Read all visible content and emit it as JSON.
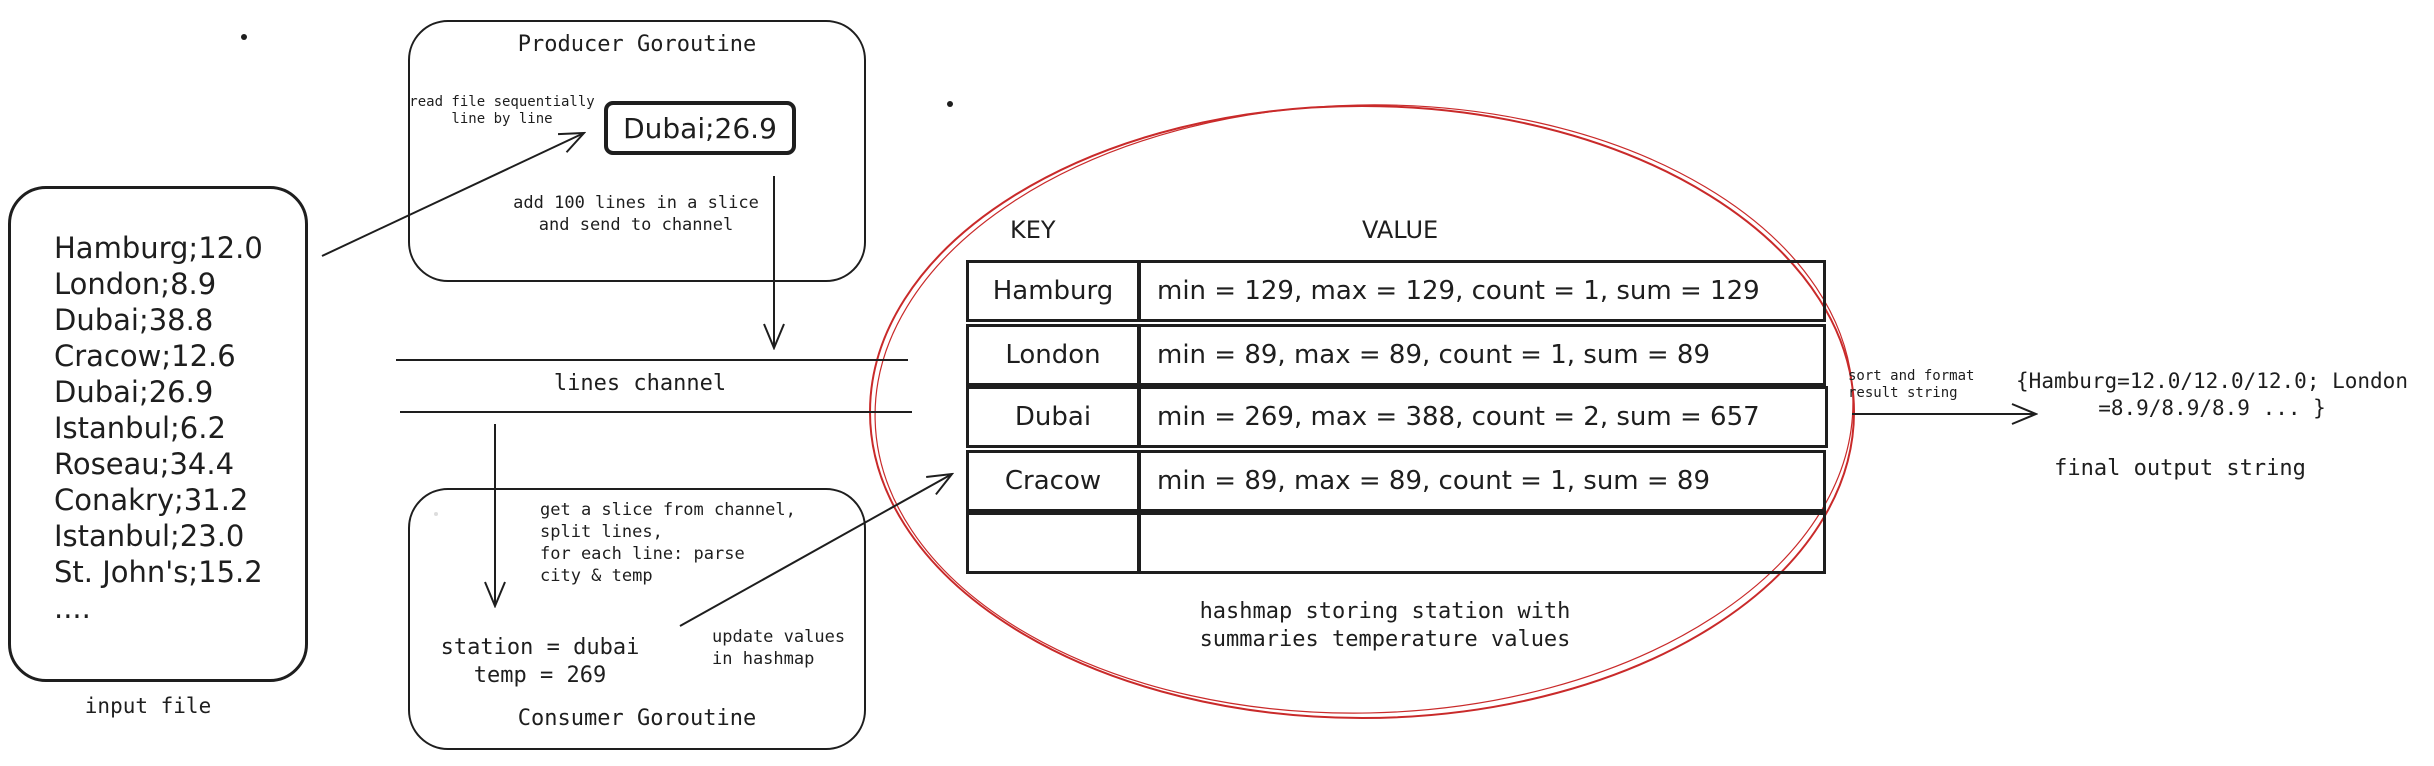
{
  "input_file": {
    "lines": [
      "Hamburg;12.0",
      "London;8.9",
      "Dubai;38.8",
      "Cracow;12.6",
      "Dubai;26.9",
      "Istanbul;6.2",
      "Roseau;34.4",
      "Conakry;31.2",
      "Istanbul;23.0",
      "St. John's;15.2",
      "...."
    ],
    "caption": "input file"
  },
  "producer": {
    "title": "Producer Goroutine",
    "read_note": "read file sequentially\nline by line",
    "record": "Dubai;26.9",
    "send_note": "add 100 lines in a slice\nand send to channel"
  },
  "channel": {
    "label": "lines channel"
  },
  "consumer": {
    "title": "Consumer Goroutine",
    "note": "get a slice from channel,\nsplit lines,\nfor each line: parse\ncity & temp",
    "parsed": "station = dubai\ntemp = 269",
    "update_note": "update values\nin hashmap"
  },
  "hashmap": {
    "key_header": "KEY",
    "value_header": "VALUE",
    "rows": [
      {
        "key": "Hamburg",
        "value": "min = 129, max = 129, count = 1, sum = 129"
      },
      {
        "key": "London",
        "value": "min = 89, max = 89, count = 1, sum = 89"
      },
      {
        "key": "Dubai",
        "value": "min = 269, max = 388, count = 2, sum = 657"
      },
      {
        "key": "Cracow",
        "value": "min = 89, max = 89, count = 1, sum = 89"
      },
      {
        "key": "",
        "value": ""
      }
    ],
    "caption": "hashmap storing station with\nsummaries temperature values",
    "ellipse_color": "#c92a2a"
  },
  "output": {
    "sort_note": "sort and format\nresult string",
    "result": "{Hamburg=12.0/12.0/12.0; London\n=8.9/8.9/8.9 ... }",
    "caption": "final output string"
  }
}
